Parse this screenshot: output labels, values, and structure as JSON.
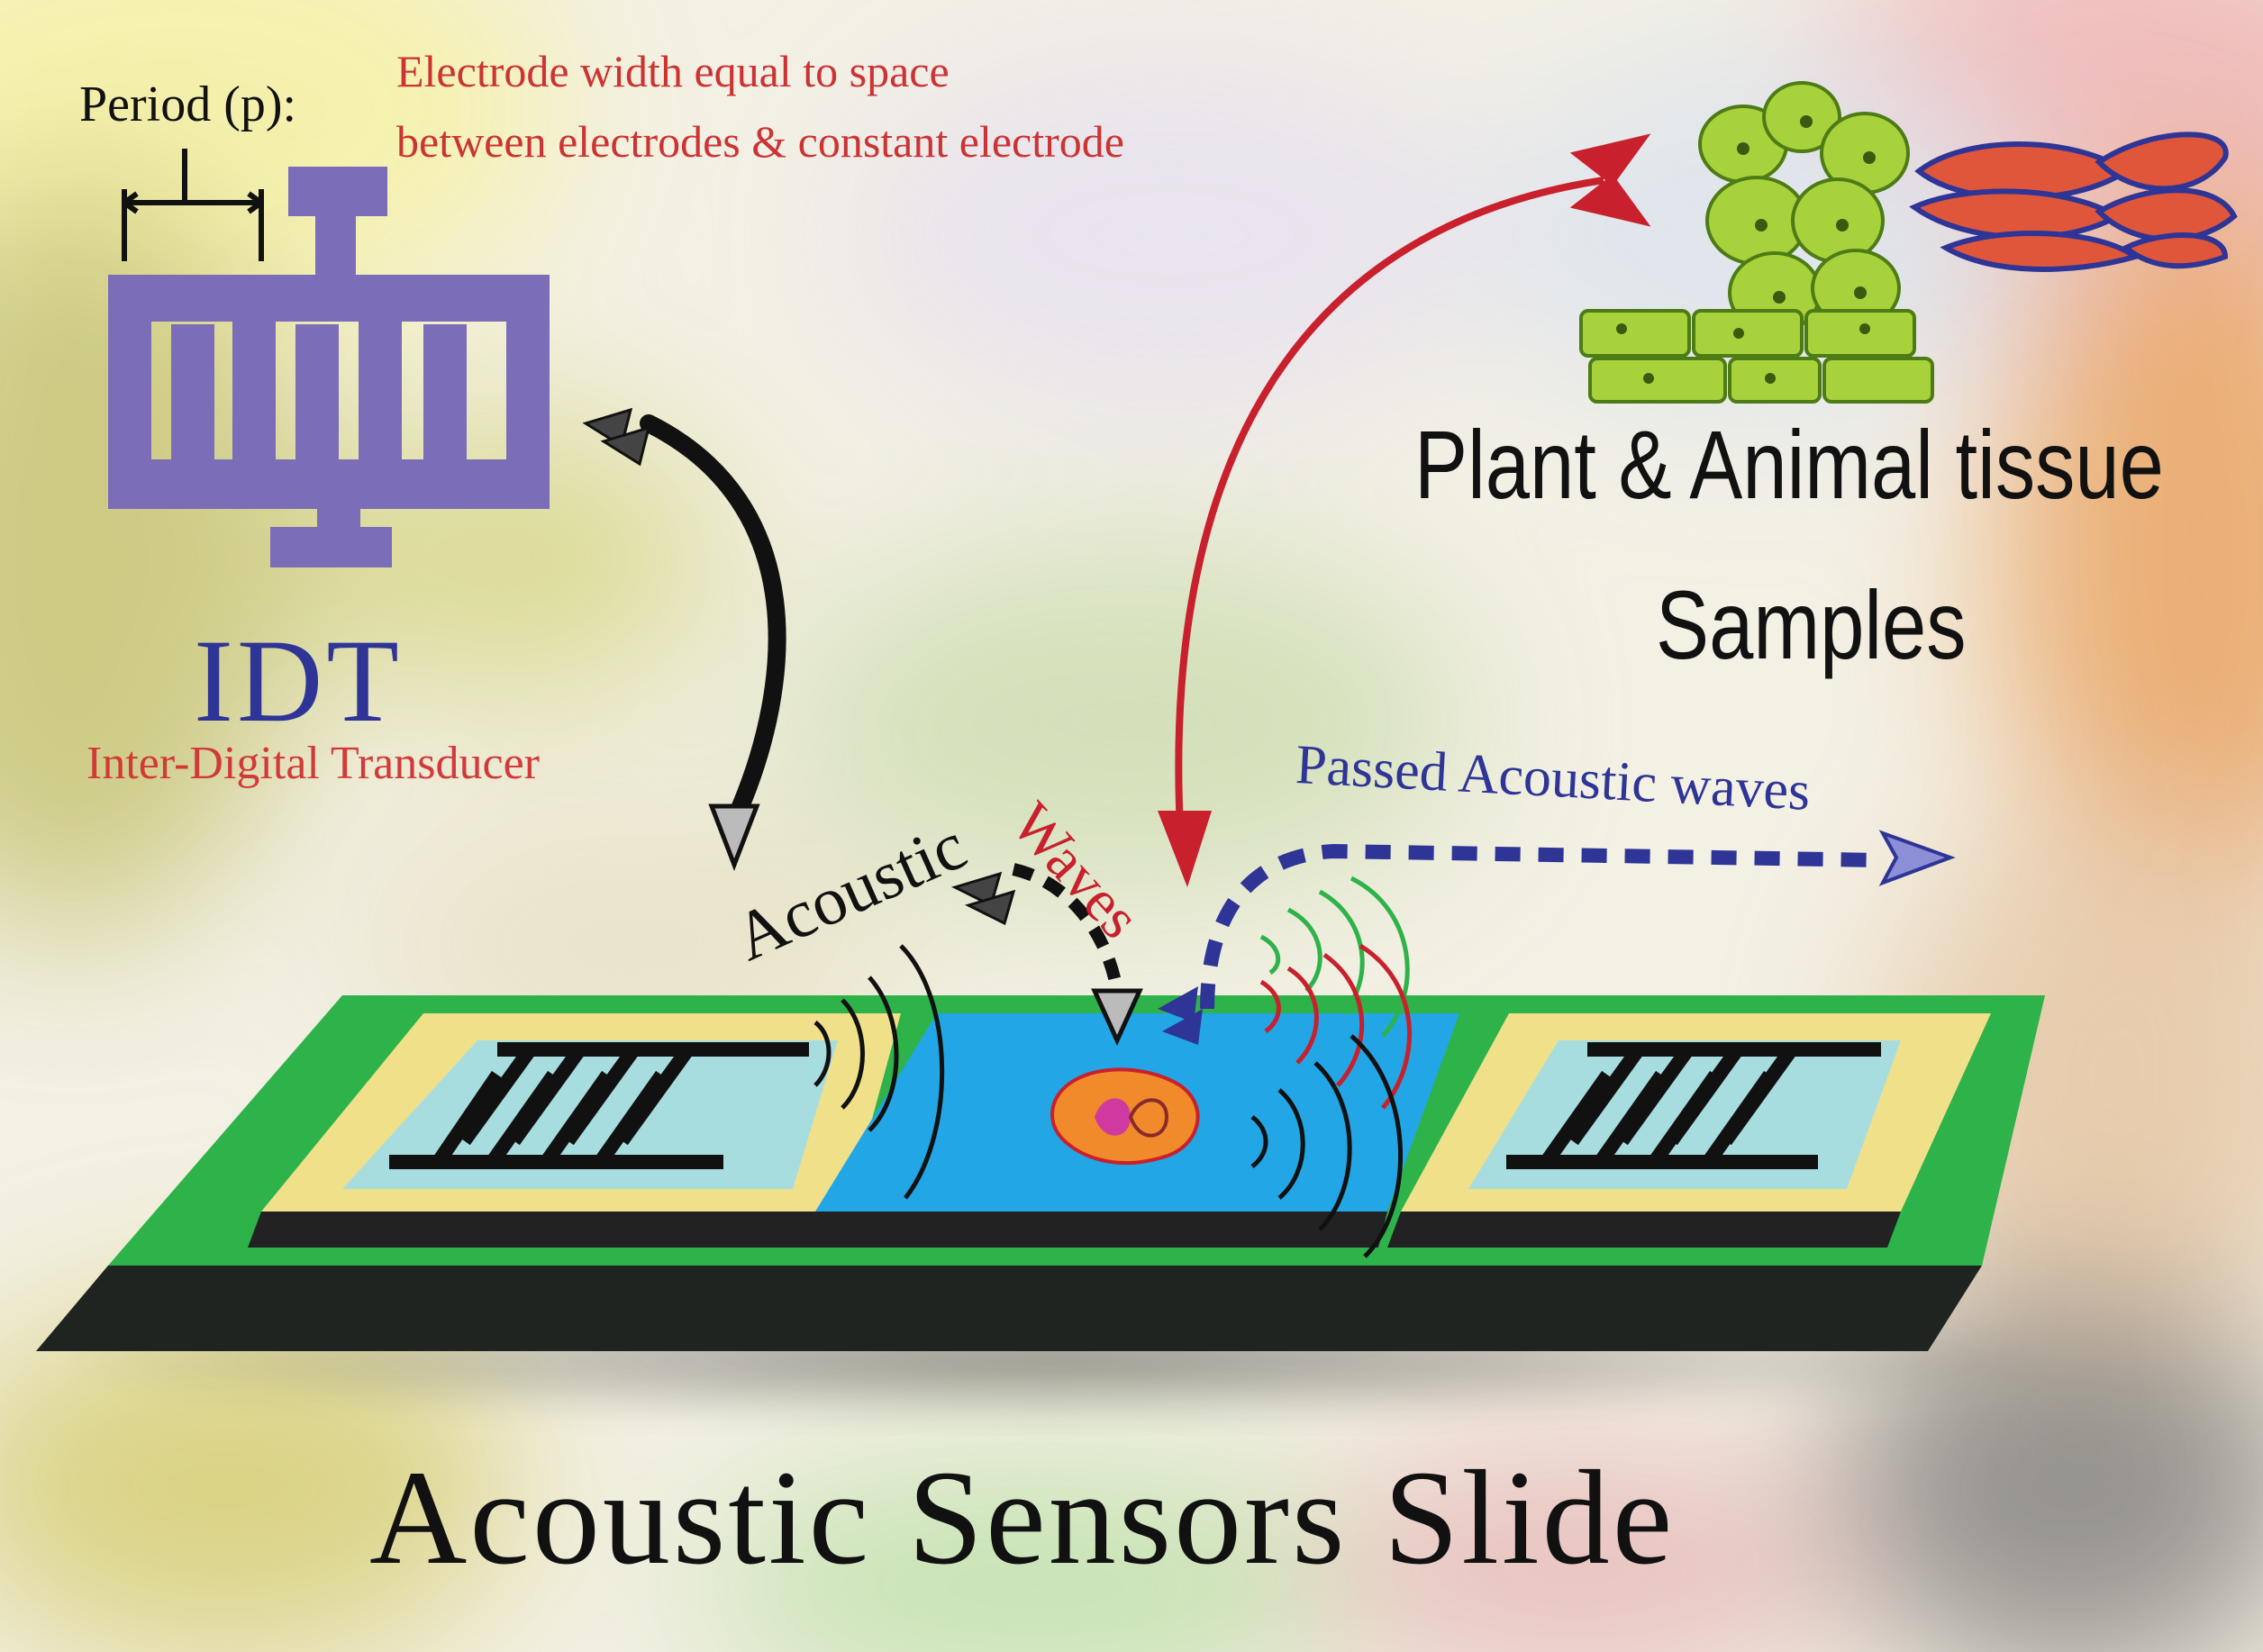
{
  "idt": {
    "period_label": "Period (p):",
    "electrode_note_line1": "Electrode width equal to space",
    "electrode_note_line2": "between electrodes & constant electrode",
    "title": "IDT",
    "subtitle": "Inter-Digital Transducer",
    "color": "#7b6db8"
  },
  "tissue": {
    "title_line1": "Plant & Animal tissue",
    "title_line2": "Samples",
    "plant_cell_color": "#a8d23c",
    "animal_cell_color": "#e0563a"
  },
  "waves": {
    "acoustic_label": "Acoustic",
    "waves_label": "Waves",
    "passed_label": "Passed Acoustic waves"
  },
  "slide": {
    "title": "Acoustic Sensors Slide",
    "base_color": "#2db34a",
    "sample_zone_color": "#22a6e6",
    "pad_color": "#f0e08a"
  }
}
